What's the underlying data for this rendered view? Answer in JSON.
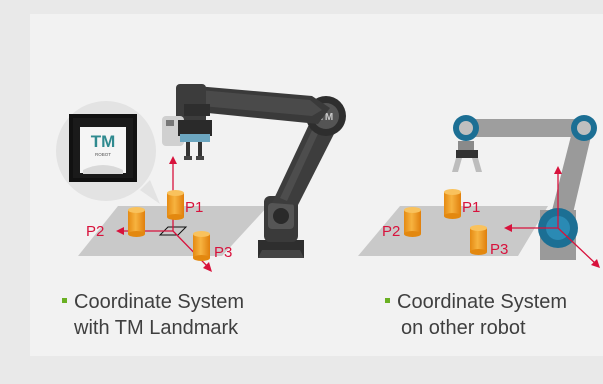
{
  "left_panel": {
    "points": [
      "P1",
      "P2",
      "P3"
    ],
    "landmark_logo": {
      "letters": "TM",
      "subtext": "ROBOT"
    },
    "caption": [
      "Coordinate System",
      "with TM Landmark"
    ]
  },
  "right_panel": {
    "points": [
      "P1",
      "P2",
      "P3"
    ],
    "caption": [
      "Coordinate System",
      "on other robot"
    ]
  },
  "colors": {
    "background": "#e9e9e9",
    "panel": "#f2f2f2",
    "table": "#c7c7c7",
    "robot_dark": "#3a3a3a",
    "robot_gray": "#9a9a9a",
    "joint_blue": "#1c6f94",
    "cylinder_orange": "#f0a329",
    "axis_red": "#d8123c",
    "label_red": "#d8123c",
    "bullet_green": "#6ab023",
    "logo_green": "#7cb342"
  }
}
